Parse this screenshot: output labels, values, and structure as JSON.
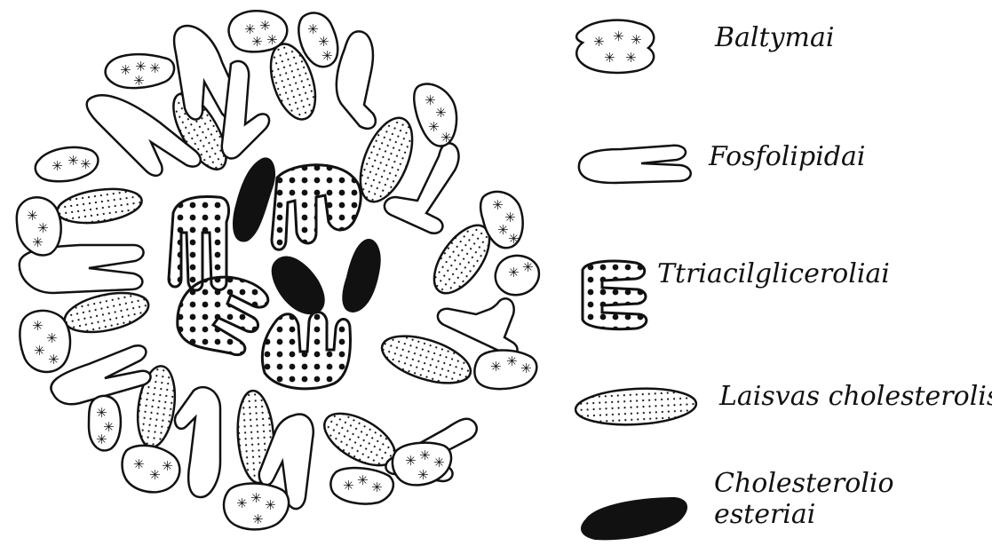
{
  "legend": {
    "items": [
      {
        "id": "baltymai",
        "label": "Baltymai",
        "icon": "protein-icon"
      },
      {
        "id": "fosfolipidai",
        "label": "Fosfolipidai",
        "icon": "phospholipid-icon"
      },
      {
        "id": "triacilgliceroliai",
        "label": "Ttriacilgliceroliai",
        "icon": "triacylglycerol-icon"
      },
      {
        "id": "laisvas_cholesterolis",
        "label": "Laisvas cholesterolis",
        "icon": "free-cholesterol-icon"
      },
      {
        "id": "cholesterolio_esteriai",
        "label_line1": "Cholesterolio",
        "label_line2": "esteriai",
        "icon": "cholesterol-ester-icon"
      }
    ]
  },
  "colors": {
    "ink": "#111111",
    "background": "#ffffff",
    "ester_fill": "#111111"
  }
}
